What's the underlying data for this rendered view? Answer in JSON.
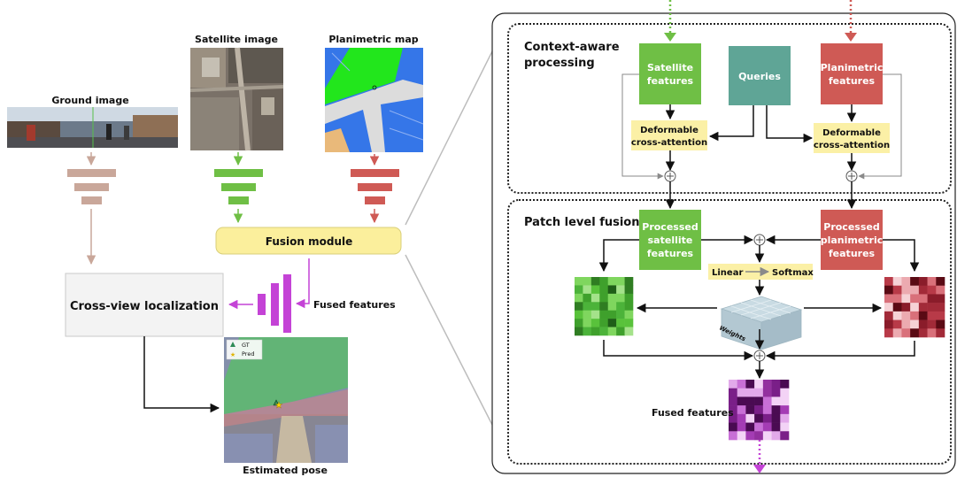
{
  "labels": {
    "ground_image": "Ground image",
    "satellite_image": "Satellite image",
    "planimetric_map": "Planimetric map",
    "fusion_module": "Fusion module",
    "cross_view_localization": "Cross-view localization",
    "fused_features_left": "Fused features",
    "estimated_pose": "Estimated pose",
    "legend_gt": "GT",
    "legend_pred": "Pred",
    "context_aware_1": "Context-aware",
    "context_aware_2": "processing",
    "satellite_features_1": "Satellite",
    "satellite_features_2": "features",
    "queries": "Queries",
    "planimetric_features_1": "Planimetric",
    "planimetric_features_2": "features",
    "deformable_1": "Deformable",
    "deformable_2": "cross-attention",
    "patch_level_fusion": "Patch level fusion",
    "processed_sat_1": "Processed",
    "processed_sat_2": "satellite",
    "processed_sat_3": "features",
    "processed_plan_1": "Processed",
    "processed_plan_2": "planimetric",
    "processed_plan_3": "features",
    "linear": "Linear",
    "softmax": "Softmax",
    "weights": "Weights",
    "fused_features_right": "Fused features"
  },
  "colors": {
    "ground": "#c9a79a",
    "satellite": "#6fbf45",
    "planimetric": "#cf5a55",
    "queries": "#5fa596",
    "fused": "#c443d6",
    "highlight": "#fbf0a6",
    "fusion_box": "#fbef9c",
    "cv_box": "#f3f3f3",
    "gray_arrow": "#999999"
  },
  "icons": [
    "plus-circle-icon",
    "gt-triangle-icon",
    "pred-star-icon"
  ]
}
